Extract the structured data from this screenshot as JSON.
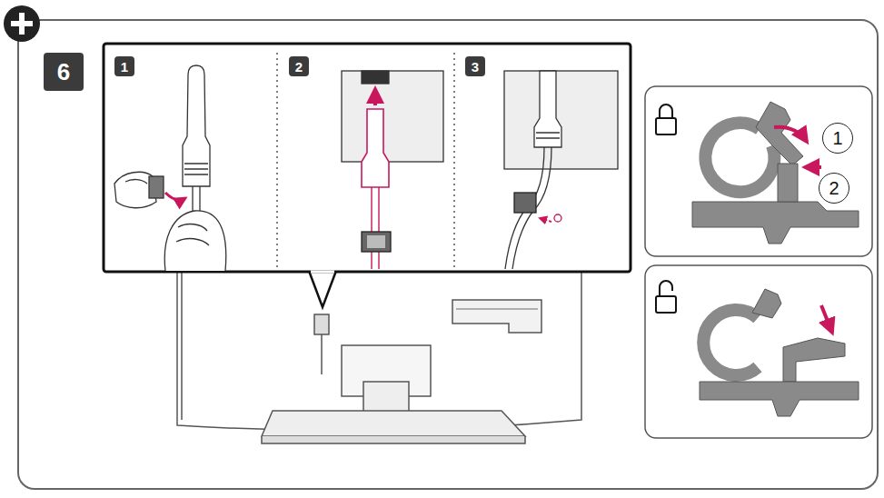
{
  "diagram": {
    "nodes": [
      {
        "text": [
          "6"
        ]
      },
      {
        "text": [
          "1"
        ]
      },
      {
        "text": [
          "2"
        ]
      },
      {
        "text": [
          "3"
        ]
      },
      {
        "text": [
          "1"
        ]
      },
      {
        "text": [
          "2"
        ]
      }
    ]
  }
}
